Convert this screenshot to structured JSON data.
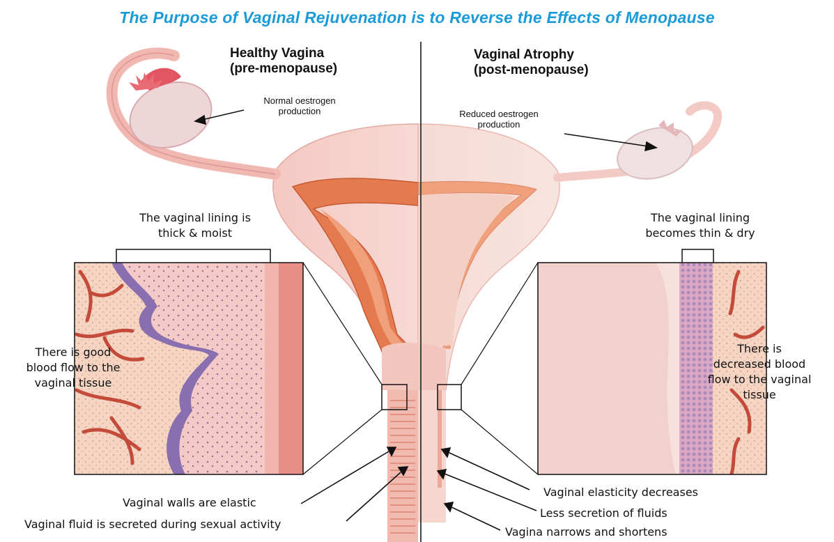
{
  "title": "The Purpose of Vaginal Rejuvenation is to Reverse the Effects of Menopause",
  "left": {
    "heading_line1": "Healthy Vagina",
    "heading_line2": "(pre-menopause)",
    "oestrogen_line1": "Normal oestrogen",
    "oestrogen_line2": "production",
    "lining_line1": "The vaginal lining is",
    "lining_line2": "thick & moist",
    "blood_line1": "There is good",
    "blood_line2": "blood flow to the",
    "blood_line3": "vaginal tissue",
    "walls": "Vaginal walls are elastic",
    "fluid": "Vaginal fluid is secreted during sexual activity"
  },
  "right": {
    "heading_line1": "Vaginal Atrophy",
    "heading_line2": "(post-menopause)",
    "oestrogen_line1": "Reduced oestrogen",
    "oestrogen_line2": "production",
    "lining_line1": "The vaginal lining",
    "lining_line2": "becomes thin & dry",
    "blood_line1": "There is",
    "blood_line2": "decreased blood",
    "blood_line3": "flow to the vaginal",
    "blood_line4": "tissue",
    "elasticity": "Vaginal elasticity decreases",
    "secretion": "Less secretion of fluids",
    "narrows": "Vagina narrows and shortens"
  },
  "colors": {
    "title": "#1a9ad6",
    "tissue_pink": "#f2c4bf",
    "muscle_orange": "#e57a4f",
    "cell_purple": "#8a6fb0",
    "vessel_red": "#c44a3a"
  }
}
